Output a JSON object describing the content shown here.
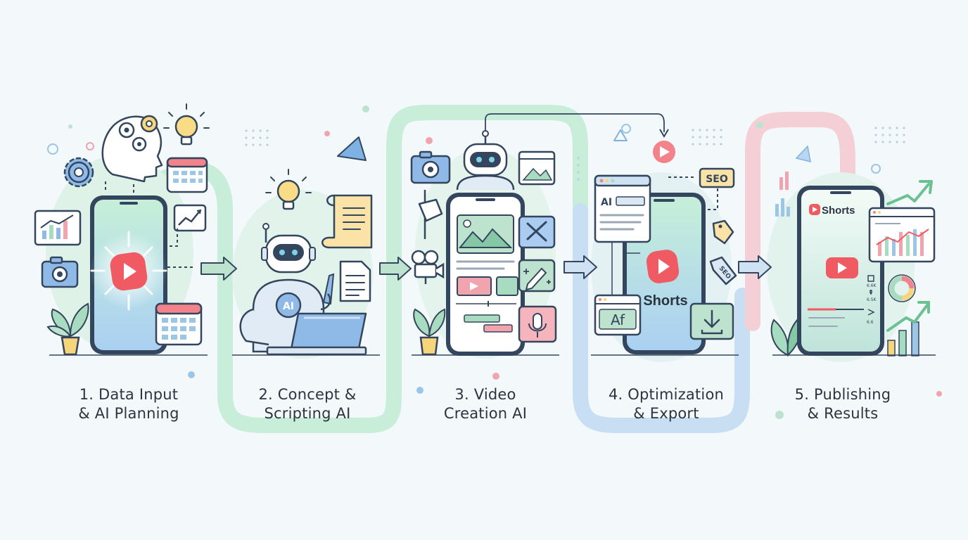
{
  "steps": [
    {
      "id": "data-input",
      "line1": "1. Data Input",
      "line2": "& AI Planning"
    },
    {
      "id": "concept",
      "line1": "2. Concept &",
      "line2": "Scripting AI"
    },
    {
      "id": "video",
      "line1": "3. Video",
      "line2": "Creation AI"
    },
    {
      "id": "optimization",
      "line1": "4. Optimization",
      "line2": "& Export"
    },
    {
      "id": "publishing",
      "line1": "5. Publishing",
      "line2": "& Results"
    }
  ],
  "icon_text": {
    "robot_chest": "AI",
    "browser_ai": "AI",
    "seo_tag": "SEO",
    "price_tag": "SEO",
    "font_card": "Af",
    "phone4_brand": "Shorts",
    "phone5_brand": "Shorts",
    "side_stats": [
      "6.6K",
      "6.5K",
      "6.6"
    ]
  },
  "colors": {
    "outline": "#34465e",
    "red": "#f05a63",
    "green_flow": "#c5ecd8",
    "blue_flow": "#c4dcf3",
    "pink_flow": "#f6cfd5",
    "phone_grad_top": "#bfe9d4",
    "phone_grad_bottom": "#a9cff0"
  }
}
